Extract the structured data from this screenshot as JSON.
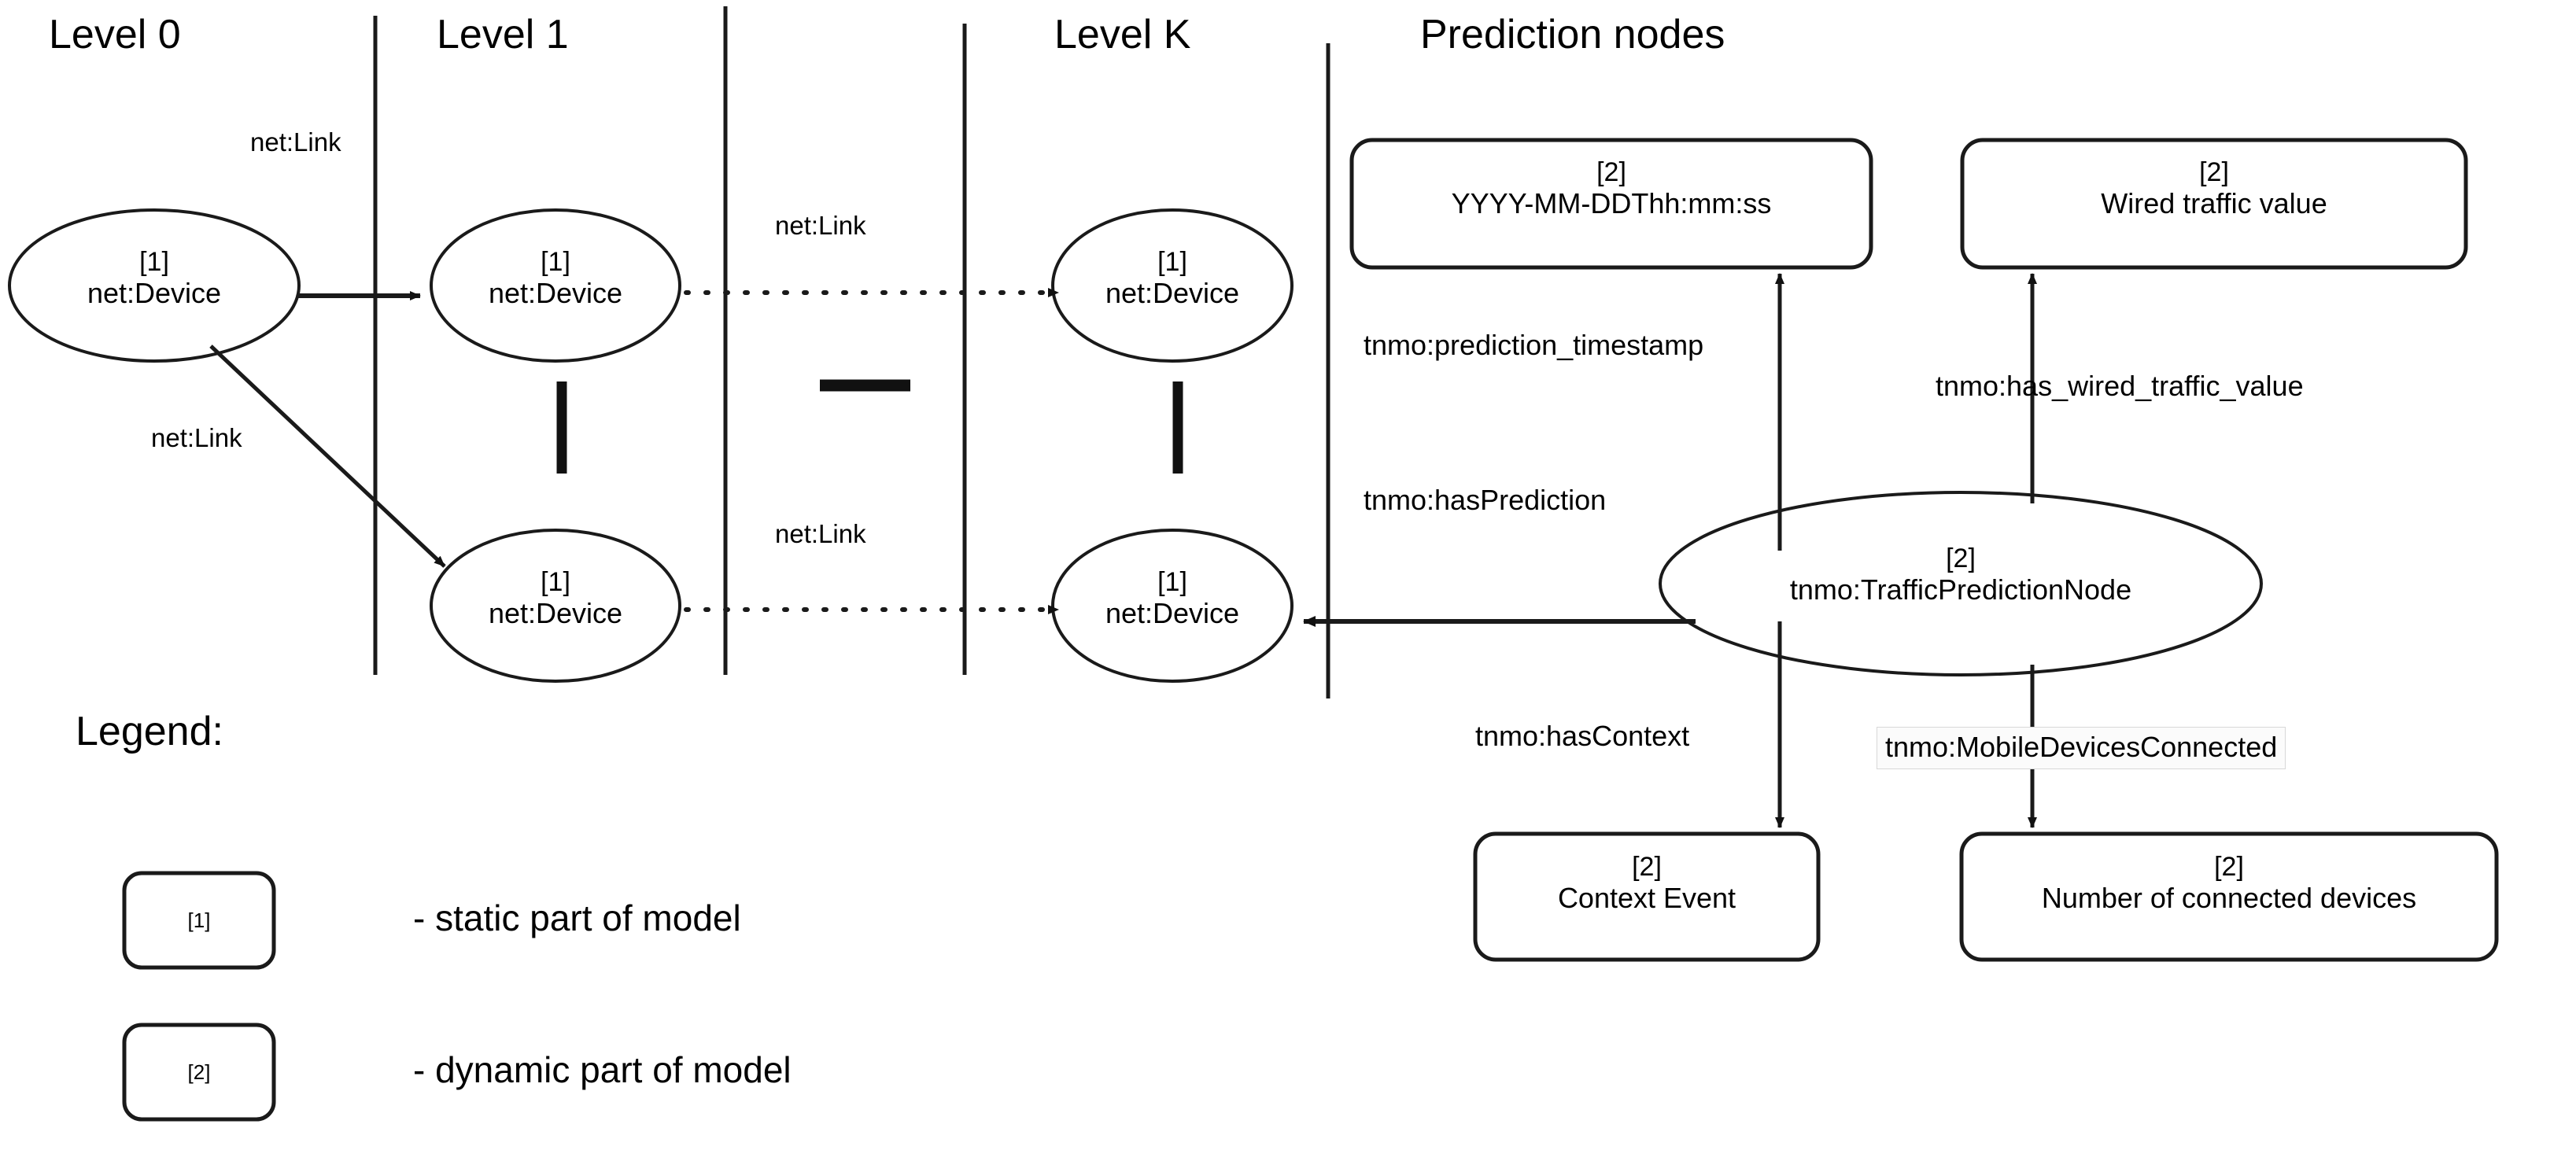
{
  "diagram": {
    "title_columns": [
      {
        "id": "level0",
        "label": "Level 0"
      },
      {
        "id": "level1",
        "label": "Level 1"
      },
      {
        "id": "levelk",
        "label": "Level K"
      },
      {
        "id": "prediction",
        "label": "Prediction nodes"
      }
    ],
    "static_tag": "[1]",
    "dynamic_tag": "[2]",
    "device_nodes": [
      {
        "id": "dev-l0",
        "tag": "[1]",
        "name": "net:Device"
      },
      {
        "id": "dev-l1-top",
        "tag": "[1]",
        "name": "net:Device"
      },
      {
        "id": "dev-l1-bottom",
        "tag": "[1]",
        "name": "net:Device"
      },
      {
        "id": "dev-lk-top",
        "tag": "[1]",
        "name": "net:Device"
      },
      {
        "id": "dev-lk-bottom",
        "tag": "[1]",
        "name": "net:Device"
      }
    ],
    "prediction_node": {
      "tag": "[2]",
      "name": "tnmo:TrafficPredictionNode"
    },
    "boxes": [
      {
        "id": "timestamp-box",
        "tag": "[2]",
        "name": "YYYY-MM-DDThh:mm:ss"
      },
      {
        "id": "wired-traffic-box",
        "tag": "[2]",
        "name": "Wired traffic value"
      },
      {
        "id": "context-event-box",
        "tag": "[2]",
        "name": "Context Event"
      },
      {
        "id": "connected-devices-box",
        "tag": "[2]",
        "name": "Number of connected devices"
      }
    ],
    "edge_labels": [
      {
        "id": "net-link-1",
        "text": "net:Link"
      },
      {
        "id": "net-link-2",
        "text": "net:Link"
      },
      {
        "id": "net-link-3",
        "text": "net:Link"
      },
      {
        "id": "net-link-4",
        "text": "net:Link"
      },
      {
        "id": "prediction-timestamp",
        "text": "tnmo:prediction_timestamp"
      },
      {
        "id": "has-wired-traffic-value",
        "text": "tnmo:has_wired_traffic_value"
      },
      {
        "id": "has-prediction",
        "text": "tnmo:hasPrediction"
      },
      {
        "id": "has-context",
        "text": "tnmo:hasContext"
      },
      {
        "id": "mobile-devices-connected",
        "text": "tnmo:MobileDevicesConnected"
      }
    ],
    "legend": {
      "title": "Legend:",
      "items": [
        {
          "id": "legend-static",
          "tag": "[1]",
          "text": "- static part of model"
        },
        {
          "id": "legend-dynamic",
          "tag": "[2]",
          "text": "- dynamic part of model"
        }
      ]
    },
    "colors": {
      "stroke": "#1a1a1a",
      "background": "#ffffff",
      "label_box_fill": "#fbfbfb",
      "label_box_border": "#d8d8d8"
    }
  }
}
